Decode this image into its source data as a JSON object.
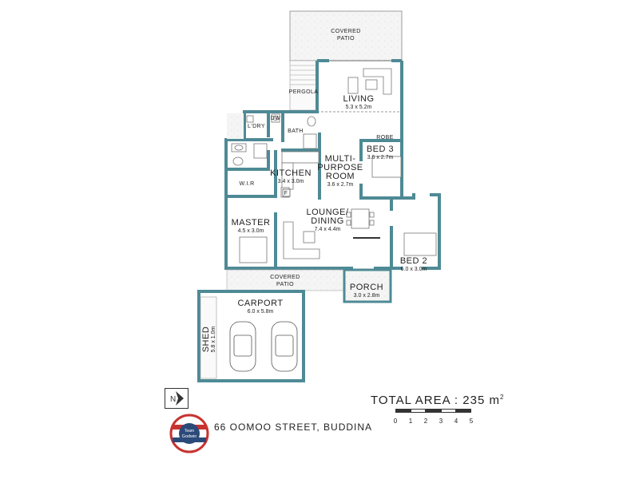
{
  "labels": {
    "covered_patio_top": [
      "COVERED",
      "PATIO"
    ],
    "pergola": "PERGOLA",
    "living": {
      "name": "LIVING",
      "dim": "5.3 x 5.2m"
    },
    "laundry": "L'DRY",
    "dw": "DW",
    "bath": "BATH",
    "robe": "ROBE",
    "bed3": {
      "name": "BED 3",
      "dim": "3.6 x 2.7m"
    },
    "multipurpose": {
      "name": [
        "MULTI-",
        "PURPOSE",
        "ROOM"
      ],
      "dim": "3.6 x 2.7m"
    },
    "kitchen": {
      "name": "KITCHEN",
      "dim": "3.4 x 3.0m"
    },
    "wir": "W.I.R",
    "fridge": "F",
    "lounge": {
      "name": [
        "LOUNGE/",
        "DINING"
      ],
      "dim": "7.4 x 4.4m"
    },
    "master": {
      "name": "MASTER",
      "dim": "4.5 x 3.0m"
    },
    "bed2": {
      "name": "BED 2",
      "dim": "6.0 x 3.0m"
    },
    "covered_patio_bottom": [
      "COVERED",
      "PATIO"
    ],
    "porch": {
      "name": "PORCH",
      "dim": "3.0 x 2.8m"
    },
    "carport": {
      "name": "CARPORT",
      "dim": "6.0 x 5.8m"
    },
    "shed": {
      "name": "SHED",
      "dim": "5.8 x 1.0m"
    }
  },
  "footer": {
    "total_area_label": "TOTAL AREA : 235 m",
    "total_area_sup": "2",
    "address": "66 OOMOO STREET, BUDDINA",
    "scale_ticks": [
      "0",
      "1",
      "2",
      "3",
      "4",
      "5"
    ],
    "compass_letter": "N",
    "logo_text": [
      "Team",
      "Godwin"
    ]
  },
  "colors": {
    "wall": "#4e8a95",
    "patio": "#f1f3f1",
    "logo_red": "#c8332f",
    "logo_blue": "#2b4a7a"
  }
}
